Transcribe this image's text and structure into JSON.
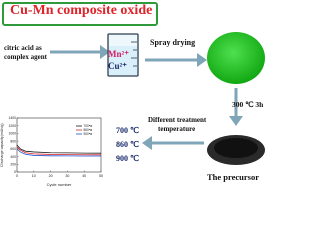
{
  "title": "Cu-Mn composite oxide",
  "colors": {
    "title_text": "#e0242a",
    "title_border": "#2f9a3a",
    "arrow": "#7fa6b8",
    "green": "#1fc11f",
    "temp": "#1a2a6c"
  },
  "labels": {
    "agent": "citric acid as complex agent",
    "agent_line1": "citric acid as",
    "agent_line2": "complex agent",
    "ion_mn": "Mn²⁺",
    "ion_cu": "Cu²⁺",
    "spray": "Spray drying",
    "calcine": "300 ℃ 3h",
    "treatment": "Different treatment temperature",
    "treatment_line1": "Different treatment",
    "treatment_line2": "temperature",
    "precursor": "The precursor"
  },
  "temperatures": [
    "700 ℃",
    "860 ℃",
    "900 ℃"
  ],
  "icons": {
    "beaker": "beaker-icon",
    "powder_green": "green-powder-icon",
    "powder_black": "black-powder-icon"
  },
  "chart_data": {
    "type": "line",
    "xlabel": "Cycle number",
    "ylabel": "Discharge capacity(mAh/g)",
    "xlim": [
      0,
      50
    ],
    "ylim": [
      0,
      1400
    ],
    "xticks": [
      0,
      10,
      20,
      30,
      40,
      50
    ],
    "yticks": [
      0,
      200,
      400,
      600,
      800,
      1000,
      1200,
      1400
    ],
    "legend": "top-right",
    "series": [
      {
        "name": "700℃",
        "color": "#1a1a1a",
        "x": [
          0,
          2,
          5,
          10,
          20,
          30,
          40,
          50
        ],
        "values": [
          700,
          600,
          540,
          520,
          500,
          495,
          490,
          488
        ]
      },
      {
        "name": "860℃",
        "color": "#d62728",
        "x": [
          0,
          2,
          5,
          10,
          20,
          30,
          40,
          50
        ],
        "values": [
          650,
          570,
          500,
          470,
          455,
          450,
          448,
          446
        ]
      },
      {
        "name": "900℃",
        "color": "#1f4fd6",
        "x": [
          0,
          2,
          5,
          10,
          20,
          30,
          40,
          50
        ],
        "values": [
          600,
          520,
          460,
          430,
          420,
          418,
          415,
          414
        ]
      }
    ]
  }
}
